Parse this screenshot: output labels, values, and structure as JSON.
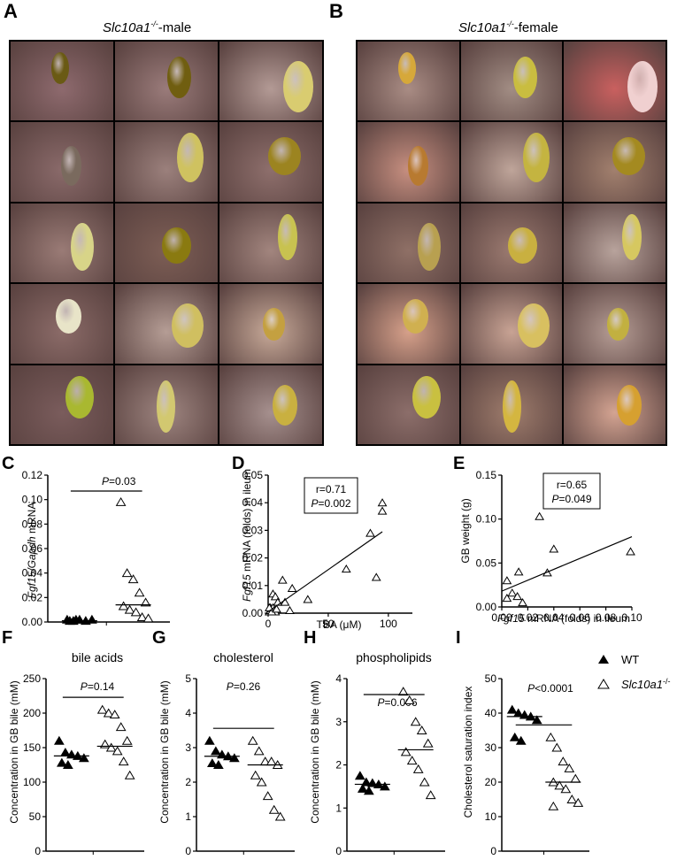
{
  "panels": {
    "A": {
      "letter": "A",
      "title_main": "Slc10a1",
      "title_sup": "-/-",
      "title_rest": "-male",
      "photos": [
        {
          "tissue": "#8e6a6e",
          "gb": "#6a5a14"
        },
        {
          "tissue": "#9a7b7a",
          "gb": "#705e10"
        },
        {
          "tissue": "#b39a95",
          "gb": "#d9cc70"
        },
        {
          "tissue": "#8a6a6a",
          "gb": "#7a6a5e"
        },
        {
          "tissue": "#9b807c",
          "gb": "#cfc260"
        },
        {
          "tissue": "#8e6f6c",
          "gb": "#9c8420"
        },
        {
          "tissue": "#9a7b76",
          "gb": "#d8d488"
        },
        {
          "tissue": "#7d5e55",
          "gb": "#8a7a10"
        },
        {
          "tissue": "#a2857e",
          "gb": "#c8c250"
        },
        {
          "tissue": "#8b6b68",
          "gb": "#e8e4c8"
        },
        {
          "tissue": "#b59d95",
          "gb": "#d0bf60"
        },
        {
          "tissue": "#c7a998",
          "gb": "#c4a040"
        },
        {
          "tissue": "#7a5c5c",
          "gb": "#a9b830"
        },
        {
          "tissue": "#9e8580",
          "gb": "#d2c870"
        },
        {
          "tissue": "#a6908e",
          "gb": "#c9b040"
        }
      ]
    },
    "B": {
      "letter": "B",
      "title_main": "Slc10a1",
      "title_sup": "-/-",
      "title_rest": "-female",
      "photos": [
        {
          "tissue": "#a98c84",
          "gb": "#d6a83a"
        },
        {
          "tissue": "#a28d84",
          "gb": "#c9bd40"
        },
        {
          "tissue": "#c9605f",
          "gb": "#f0d0d0"
        },
        {
          "tissue": "#c78f80",
          "gb": "#b87a30"
        },
        {
          "tissue": "#bfa59a",
          "gb": "#c4b440"
        },
        {
          "tissue": "#a2806e",
          "gb": "#a48a20"
        },
        {
          "tissue": "#8f7066",
          "gb": "#b8a050"
        },
        {
          "tissue": "#9b7a70",
          "gb": "#c9b040"
        },
        {
          "tissue": "#b8a39c",
          "gb": "#d6c860"
        },
        {
          "tissue": "#d6a08a",
          "gb": "#d0b050"
        },
        {
          "tissue": "#c8a394",
          "gb": "#d8c060"
        },
        {
          "tissue": "#b59c94",
          "gb": "#c2b040"
        },
        {
          "tissue": "#8c6e6a",
          "gb": "#c9c040"
        },
        {
          "tissue": "#9e7c6c",
          "gb": "#d4b640"
        },
        {
          "tissue": "#d4a492",
          "gb": "#d6a030"
        }
      ]
    },
    "C": {
      "letter": "C",
      "ylabel_italic": "Fgf15/Gapdh",
      "ylabel_rest": " mRNA",
      "yticks": [
        "0.00",
        "0.02",
        "0.04",
        "0.06",
        "0.08",
        "0.10",
        "0.12"
      ],
      "pvalue_p": "P",
      "pvalue_rest": "=0.03"
    },
    "D": {
      "letter": "D",
      "ylabel_italic": "Fgf15",
      "ylabel_rest": " mRNA (folds) in ileum",
      "xlabel": "TBA (μM)",
      "yticks": [
        "0.00",
        "0.01",
        "0.02",
        "0.03",
        "0.04",
        "0.05"
      ],
      "xticks": [
        "0",
        "50",
        "100"
      ],
      "r_text": "r=0.71",
      "p_p": "P",
      "p_rest": "=0.002"
    },
    "E": {
      "letter": "E",
      "ylabel": "GB weight (g)",
      "xlabel_italic": "Fgf15",
      "xlabel_rest": " mRNA (folds) in ileum",
      "yticks": [
        "0.00",
        "0.05",
        "0.10",
        "0.15"
      ],
      "xticks": [
        "0.00",
        "0.02",
        "0.04",
        "0.06",
        "0.08",
        "0.10"
      ],
      "r_text": "r=0.65",
      "p_p": "P",
      "p_rest": "=0.049"
    },
    "F": {
      "letter": "F",
      "title": "bile acids",
      "ylabel": "Concentration in GB bile (mM)",
      "yticks": [
        "0",
        "50",
        "100",
        "150",
        "200",
        "250"
      ],
      "pvalue_p": "P",
      "pvalue_rest": "=0.14"
    },
    "G": {
      "letter": "G",
      "title": "cholesterol",
      "ylabel": "Concentration in GB bile (mM)",
      "yticks": [
        "0",
        "1",
        "2",
        "3",
        "4",
        "5"
      ],
      "pvalue_p": "P",
      "pvalue_rest": "=0.26"
    },
    "H": {
      "letter": "H",
      "title": "phospholipids",
      "ylabel": "Concentration in GB bile (mM)",
      "yticks": [
        "0",
        "1",
        "2",
        "3",
        "4"
      ],
      "pvalue_p": "P",
      "pvalue_rest": "=0.006"
    },
    "I": {
      "letter": "I",
      "ylabel": "Cholesterol saturation index",
      "yticks": [
        "0",
        "10",
        "20",
        "30",
        "40",
        "50"
      ],
      "pvalue_p": "P",
      "pvalue_rest": "<0.0001"
    }
  },
  "legend": {
    "wt": "WT",
    "ko_italic": "Slc10a1",
    "ko_sup": "-/-"
  },
  "chart_data": [
    {
      "panel": "C",
      "type": "scatter",
      "ylim": [
        0,
        0.12
      ],
      "series": [
        {
          "name": "WT",
          "marker": "filled-triangle",
          "values": [
            0.002,
            0.001,
            0.002,
            0.001,
            0.002,
            0.001,
            0.002
          ],
          "median": 0.001
        },
        {
          "name": "Slc10a1-/-",
          "marker": "open-triangle",
          "values": [
            0.098,
            0.04,
            0.035,
            0.024,
            0.016,
            0.013,
            0.01,
            0.008,
            0.004,
            0.003
          ],
          "median": 0.014
        }
      ]
    },
    {
      "panel": "D",
      "type": "scatter",
      "xlim": [
        0,
        120
      ],
      "ylim": [
        0,
        0.05
      ],
      "points": [
        [
          95,
          0.04
        ],
        [
          95,
          0.037
        ],
        [
          85,
          0.029
        ],
        [
          90,
          0.013
        ],
        [
          65,
          0.016
        ],
        [
          12,
          0.012
        ],
        [
          20,
          0.009
        ],
        [
          33,
          0.005
        ],
        [
          4,
          0.007
        ],
        [
          6,
          0.006
        ],
        [
          8,
          0.004
        ],
        [
          14,
          0.004
        ],
        [
          18,
          0.001
        ],
        [
          2,
          0.002
        ],
        [
          3,
          0.001
        ],
        [
          4,
          0.002
        ],
        [
          5,
          0.001
        ],
        [
          6,
          0.0005
        ],
        [
          1,
          0.0005
        ],
        [
          2,
          0.001
        ],
        [
          3,
          0.0005
        ],
        [
          1,
          0.002
        ],
        [
          7,
          0.0015
        ]
      ],
      "fit": [
        [
          0,
          0.0005
        ],
        [
          95,
          0.0295
        ]
      ],
      "annotation": "r=0.71, P=0.002"
    },
    {
      "panel": "E",
      "type": "scatter",
      "xlim": [
        0,
        0.1
      ],
      "ylim": [
        0,
        0.15
      ],
      "points": [
        [
          0.029,
          0.103
        ],
        [
          0.04,
          0.066
        ],
        [
          0.099,
          0.063
        ],
        [
          0.035,
          0.039
        ],
        [
          0.013,
          0.04
        ],
        [
          0.004,
          0.03
        ],
        [
          0.008,
          0.016
        ],
        [
          0.004,
          0.01
        ],
        [
          0.012,
          0.012
        ],
        [
          0.016,
          0.005
        ]
      ],
      "fit": [
        [
          0,
          0.018
        ],
        [
          0.1,
          0.08
        ]
      ],
      "annotation": "r=0.65, P=0.049"
    },
    {
      "panel": "F",
      "type": "scatter",
      "title": "bile acids",
      "ylim": [
        0,
        250
      ],
      "series": [
        {
          "name": "WT",
          "marker": "filled-triangle",
          "values": [
            160,
            143,
            140,
            138,
            135,
            128,
            125
          ],
          "median": 138
        },
        {
          "name": "Slc10a1-/-",
          "marker": "open-triangle",
          "values": [
            205,
            200,
            198,
            180,
            160,
            155,
            150,
            145,
            130,
            110
          ],
          "median": 152
        }
      ]
    },
    {
      "panel": "G",
      "type": "scatter",
      "title": "cholesterol",
      "ylim": [
        0,
        5
      ],
      "series": [
        {
          "name": "WT",
          "marker": "filled-triangle",
          "values": [
            3.2,
            2.9,
            2.8,
            2.75,
            2.7,
            2.55,
            2.5
          ],
          "median": 2.75
        },
        {
          "name": "Slc10a1-/-",
          "marker": "open-triangle",
          "values": [
            3.2,
            2.9,
            2.6,
            2.6,
            2.5,
            2.2,
            2.0,
            1.6,
            1.2,
            1.0
          ],
          "median": 2.5
        }
      ]
    },
    {
      "panel": "H",
      "type": "scatter",
      "title": "phospholipids",
      "ylim": [
        0,
        4
      ],
      "series": [
        {
          "name": "WT",
          "marker": "filled-triangle",
          "values": [
            1.75,
            1.6,
            1.58,
            1.55,
            1.5,
            1.45,
            1.4
          ],
          "median": 1.55
        },
        {
          "name": "Slc10a1-/-",
          "marker": "open-triangle",
          "values": [
            3.7,
            3.5,
            3.0,
            2.8,
            2.5,
            2.3,
            2.1,
            1.9,
            1.6,
            1.3
          ],
          "median": 2.35
        }
      ]
    },
    {
      "panel": "I",
      "type": "scatter",
      "ylim": [
        0,
        50
      ],
      "series": [
        {
          "name": "WT",
          "marker": "filled-triangle",
          "values": [
            41,
            40,
            39.5,
            39,
            38,
            33,
            32
          ],
          "median": 39
        },
        {
          "name": "Slc10a1-/-",
          "marker": "open-triangle",
          "values": [
            33,
            30,
            26,
            24,
            21,
            20,
            19,
            18,
            15,
            14,
            13
          ],
          "median": 20
        }
      ]
    }
  ]
}
